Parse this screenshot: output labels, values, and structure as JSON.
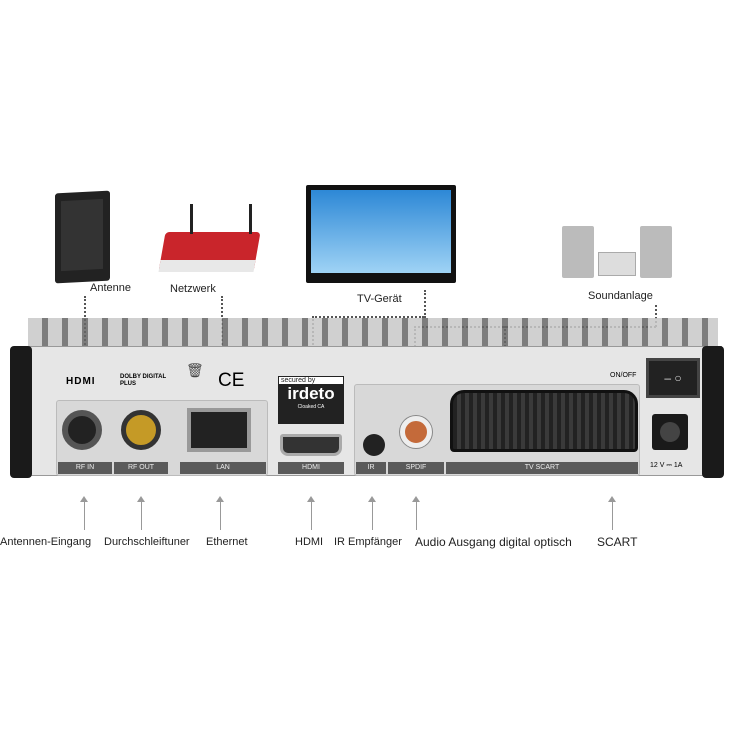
{
  "devices": {
    "antenna": "Antenne",
    "network": "Netzwerk",
    "tv": "TV-Gerät",
    "sound": "Soundanlage"
  },
  "panel": {
    "hdmi_logo": "HDMI",
    "dolby_logo": "DOLBY DIGITAL PLUS",
    "ce_mark": "CE",
    "secured_by": "secured by",
    "irdeto": "irdeto",
    "irdeto_sub": "Cloaked CA",
    "on_off": "ON/OFF",
    "power_rating": "12 V ⎓ 1A",
    "ports": [
      "RF IN",
      "RF OUT",
      "LAN",
      "HDMI",
      "IR",
      "SPDIF",
      "TV SCART"
    ]
  },
  "callouts": [
    "Antennen-Eingang",
    "Durchschleiftuner",
    "Ethernet",
    "HDMI",
    "IR Empfänger",
    "Audio Ausgang digital optisch",
    "SCART"
  ]
}
